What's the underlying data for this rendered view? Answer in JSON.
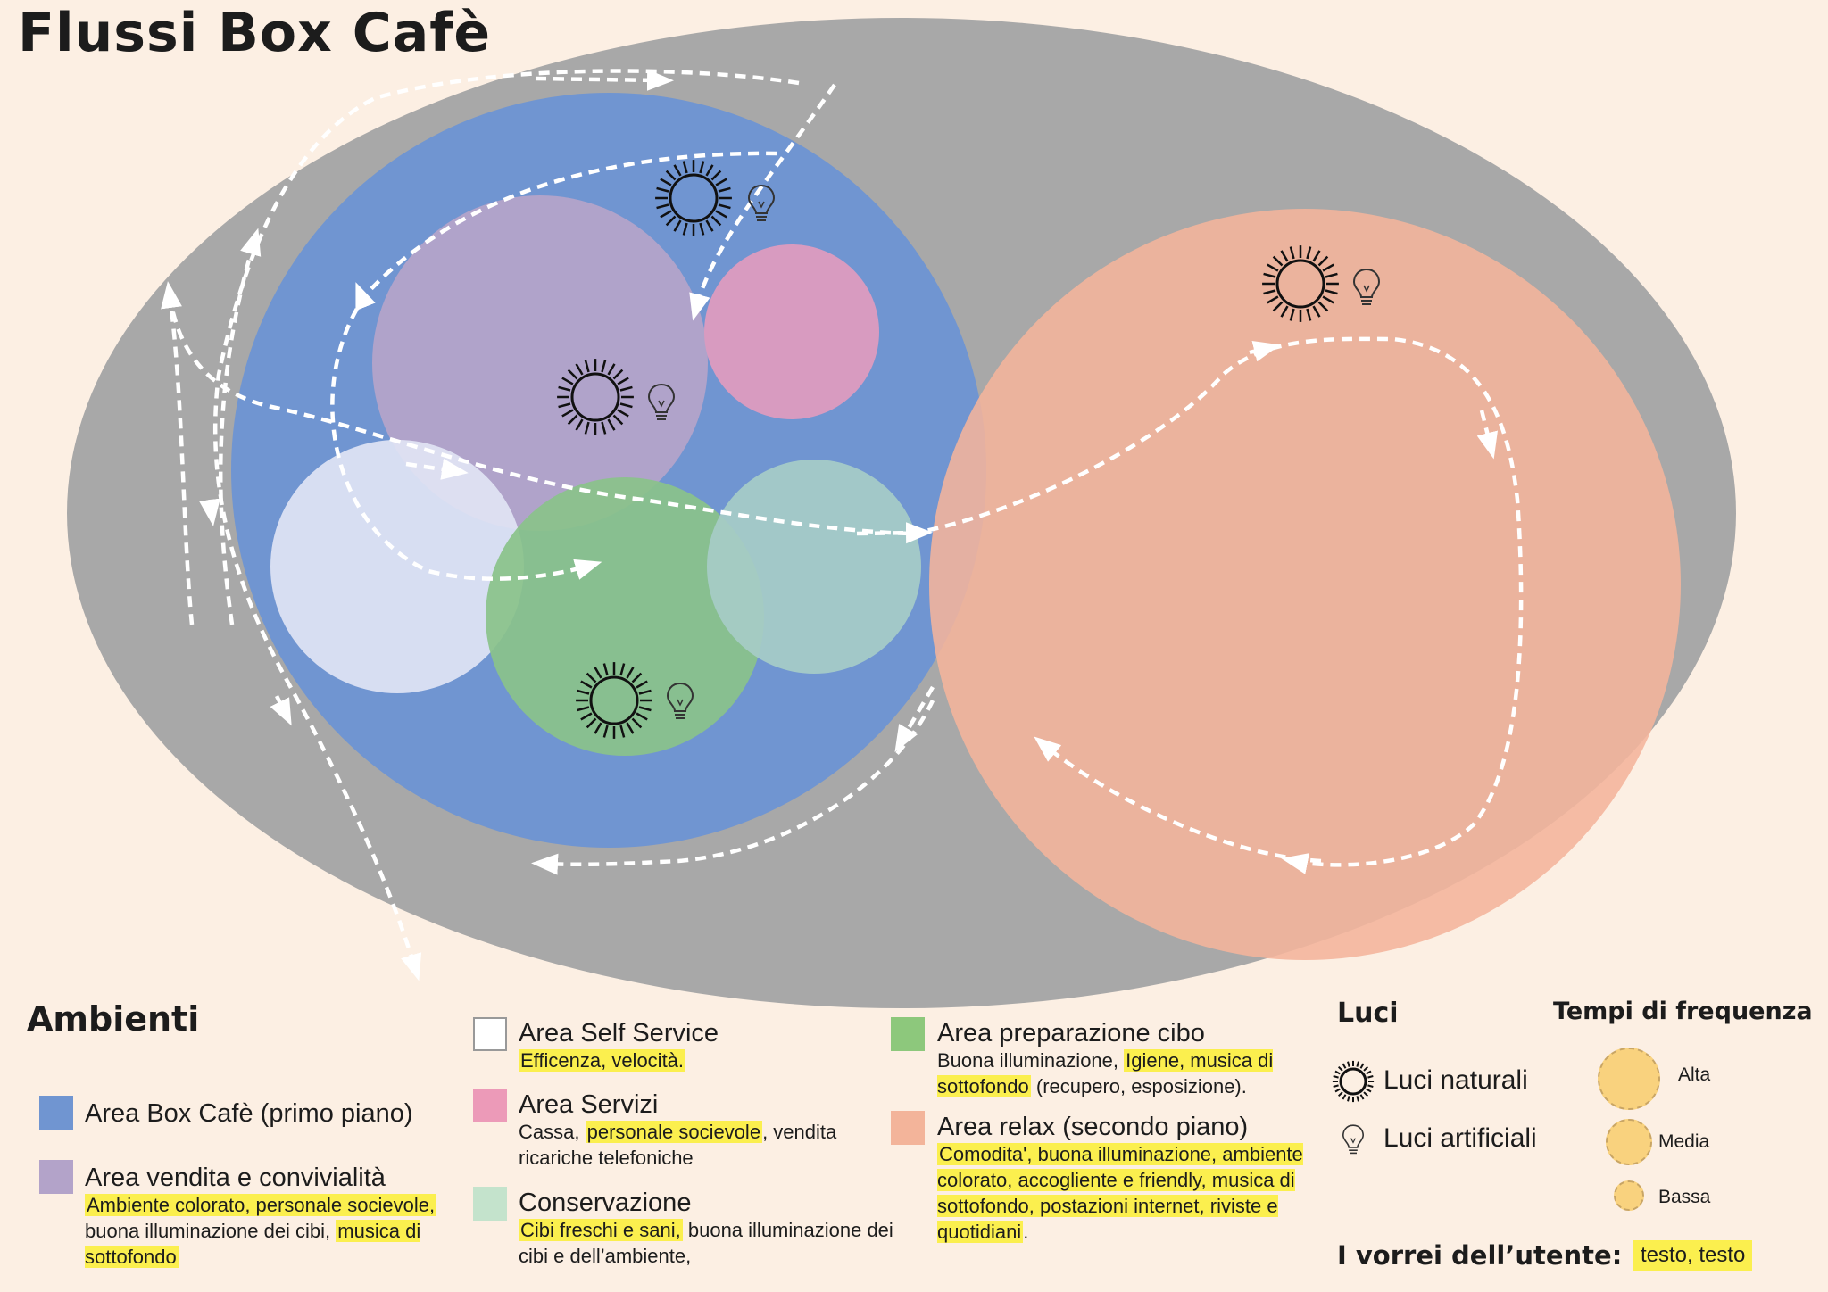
{
  "title": "Flussi Box Cafè",
  "legend": {
    "ambienti_title": "Ambienti",
    "box_cafe": {
      "label": "Area Box Cafè (primo piano)",
      "color": "#7095d1"
    },
    "vendita": {
      "label": "Area vendita e convivialità",
      "color": "#b3a3c9",
      "hl1": "Ambiente colorato, personale socievole,",
      "plain1": " buona illuminazione dei cibi, ",
      "hl2": "musica di sottofondo"
    },
    "self_service": {
      "label": "Area Self Service",
      "color": "#ffffff",
      "hl1": "Efficenza, velocità."
    },
    "servizi": {
      "label": "Area Servizi",
      "color": "#ec9ab8",
      "plain1": "Cassa, ",
      "hl1": "personale socievole",
      "plain2": ", vendita ricariche telefoniche"
    },
    "conservazione": {
      "label": "Conservazione",
      "color": "#c4e3cc",
      "hl1": "Cibi freschi e sani,",
      "plain1": " buona illuminazione dei cibi e dell’ambiente,"
    },
    "preparazione": {
      "label": "Area preparazione cibo",
      "color": "#8dc87c",
      "plain1": "Buona illuminazione, ",
      "hl1": "Igiene, musica di sottofondo",
      "plain2": " (recupero, esposizione)."
    },
    "relax": {
      "label": "Area relax (secondo piano)",
      "color": "#f3b49a",
      "hl1": "Comodita', buona illuminazione, ambiente colorato, accogliente e friendly, musica di sottofondo, postazioni internet, riviste e quotidiani",
      "plain1": "."
    },
    "luci_title": "Luci",
    "luci_naturali": "Luci naturali",
    "luci_artificiali": "Luci artificiali",
    "tempi_title": "Tempi di frequenza",
    "alta": "Alta",
    "media": "Media",
    "bassa": "Bassa",
    "vorrei_label": "I vorrei dell’utente:",
    "vorrei_value": "testo, testo"
  },
  "colors": {
    "background": "#fcefe3",
    "outer_ellipse": "#a8a8a8",
    "box_cafe": "#7095d1",
    "vendita": "#b3a3c9",
    "self_service": "#e2e6f5",
    "servizi": "#d89bc0",
    "preparazione": "#8ac28a",
    "conservazione": "#a6ccc7",
    "relax": "#f4b49b",
    "highlight": "#fbef4e"
  },
  "icons": [
    "sun-icon",
    "lightbulb-icon"
  ]
}
